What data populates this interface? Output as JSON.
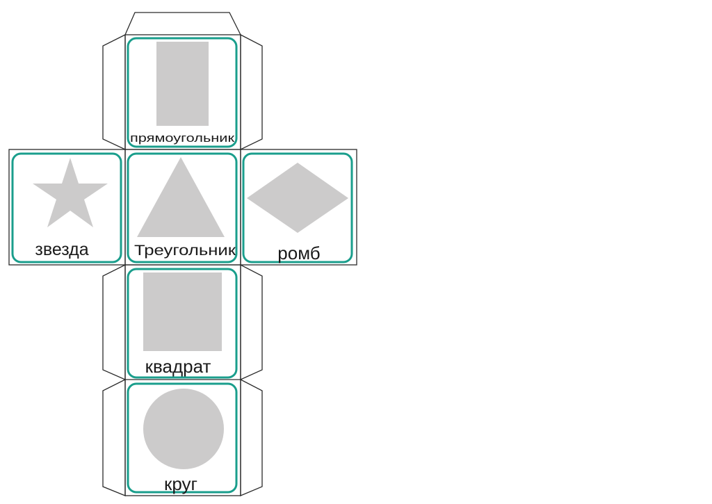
{
  "faces": [
    {
      "id": "top",
      "shape": "rectangle",
      "label": "прямоугольник"
    },
    {
      "id": "left",
      "shape": "star",
      "label": "звезда"
    },
    {
      "id": "center",
      "shape": "triangle",
      "label": "Треугольник"
    },
    {
      "id": "right",
      "shape": "rhombus",
      "label": "ромб"
    },
    {
      "id": "lower",
      "shape": "square",
      "label": "квадрат"
    },
    {
      "id": "bottom",
      "shape": "circle",
      "label": "круг"
    }
  ],
  "colors": {
    "face_border": "#1a9e8c",
    "shape_fill": "#cccbcb",
    "outline": "#2a2a2a",
    "text": "#1a1a1a"
  }
}
